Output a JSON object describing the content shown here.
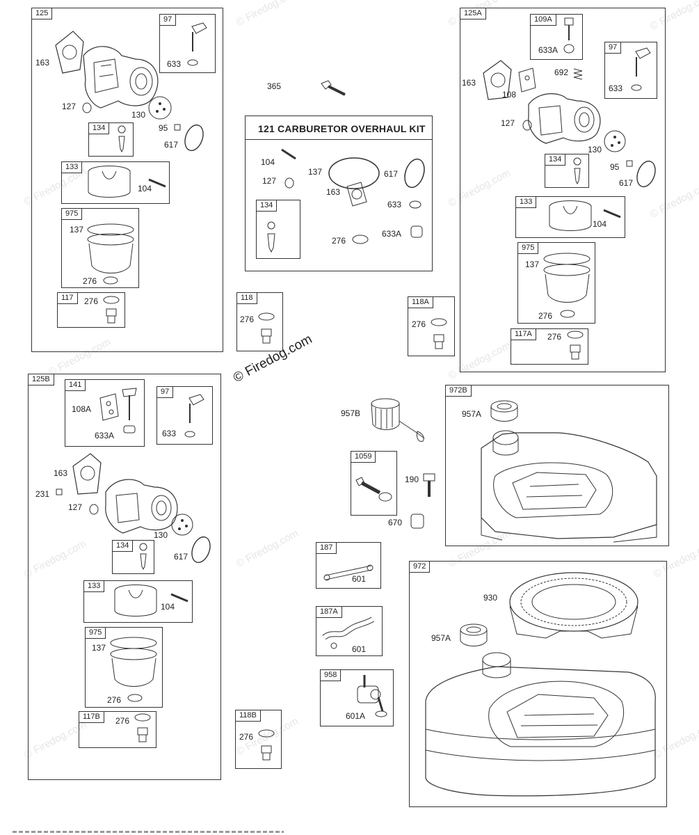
{
  "watermark": {
    "text": "© Firedog.com",
    "small_text": "© Firedog.com"
  },
  "kit": {
    "title": "121 CARBURETOR OVERHAUL KIT"
  },
  "tags": {
    "125": "125",
    "97a": "97",
    "134a": "134",
    "133a": "133",
    "975a": "975",
    "117": "117",
    "125A": "125A",
    "109A": "109A",
    "97b": "97",
    "134b": "134",
    "133b": "133",
    "975b": "975",
    "117A": "117A",
    "125B": "125B",
    "141": "141",
    "97c": "97",
    "134c": "134",
    "133c": "133",
    "975c": "975",
    "117B": "117B",
    "134k": "134",
    "118": "118",
    "118A": "118A",
    "118B": "118B",
    "972B": "972B",
    "972": "972",
    "1059": "1059",
    "187": "187",
    "187A": "187A",
    "958": "958"
  },
  "labels": {
    "l163a": "163",
    "l127a": "127",
    "l130a": "130",
    "l633a": "633",
    "l95a": "95",
    "l617a": "617",
    "l104a": "104",
    "l137a": "137",
    "l276a": "276",
    "l276b": "276",
    "l365": "365",
    "l104k": "104",
    "l137k": "137",
    "l617k": "617",
    "l127k": "127",
    "l163k": "163",
    "l633k": "633",
    "l633Ak": "633A",
    "l276k": "276",
    "l276_118": "276",
    "l276_118A": "276",
    "l276_118B": "276",
    "l633A_109": "633A",
    "l692": "692",
    "l633b": "633",
    "l163b": "163",
    "l108": "108",
    "l127b": "127",
    "l130b": "130",
    "l95b": "95",
    "l617b": "617",
    "l104b": "104",
    "l137b": "137",
    "l276c": "276",
    "l276d": "276",
    "l108A": "108A",
    "l633A_141": "633A",
    "l633c": "633",
    "l163c": "163",
    "l231": "231",
    "l127c": "127",
    "l130c": "130",
    "l617c": "617",
    "l104c": "104",
    "l137c": "137",
    "l276e": "276",
    "l276f": "276",
    "l957B": "957B",
    "l190": "190",
    "l670": "670",
    "l601a": "601",
    "l601b": "601",
    "l601A": "601A",
    "l957A_a": "957A",
    "l930": "930",
    "l957A_b": "957A"
  }
}
